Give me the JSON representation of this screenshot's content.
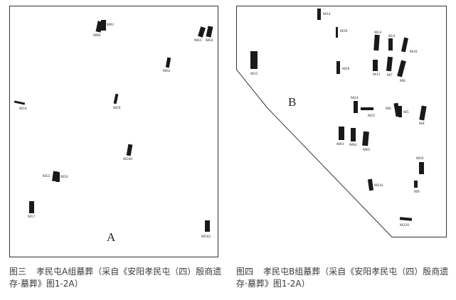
{
  "panel_a": {
    "letter": "A",
    "tombs": [
      {
        "id": "M81"
      },
      {
        "id": "M80"
      },
      {
        "id": "M63"
      },
      {
        "id": "M64"
      },
      {
        "id": "M62"
      },
      {
        "id": "M54"
      },
      {
        "id": "M59"
      },
      {
        "id": "M560"
      },
      {
        "id": "M55"
      },
      {
        "id": "M56"
      },
      {
        "id": "M57"
      },
      {
        "id": "M562"
      }
    ]
  },
  "panel_b": {
    "letter": "B",
    "tombs": [
      {
        "id": "M14"
      },
      {
        "id": "M39"
      },
      {
        "id": "M53"
      },
      {
        "id": "M11"
      },
      {
        "id": "M10"
      },
      {
        "id": "M15"
      },
      {
        "id": "M26"
      },
      {
        "id": "M13"
      },
      {
        "id": "M7"
      },
      {
        "id": "M8"
      },
      {
        "id": "M24"
      },
      {
        "id": "M25"
      },
      {
        "id": "M6"
      },
      {
        "id": "M5"
      },
      {
        "id": "M4"
      },
      {
        "id": "M83"
      },
      {
        "id": "M84"
      },
      {
        "id": "M85"
      },
      {
        "id": "M20"
      },
      {
        "id": "M241"
      },
      {
        "id": "M9"
      },
      {
        "id": "M226"
      }
    ]
  },
  "captions": {
    "a_number": "图三",
    "a_text": "孝民屯A组墓葬（采自《安阳孝民屯（四）殷商遗存·墓葬》图1-2A）",
    "b_number": "图四",
    "b_text": "孝民屯B组墓葬（采自《安阳孝民屯（四）殷商遗存·墓葬》图1-2A）"
  }
}
